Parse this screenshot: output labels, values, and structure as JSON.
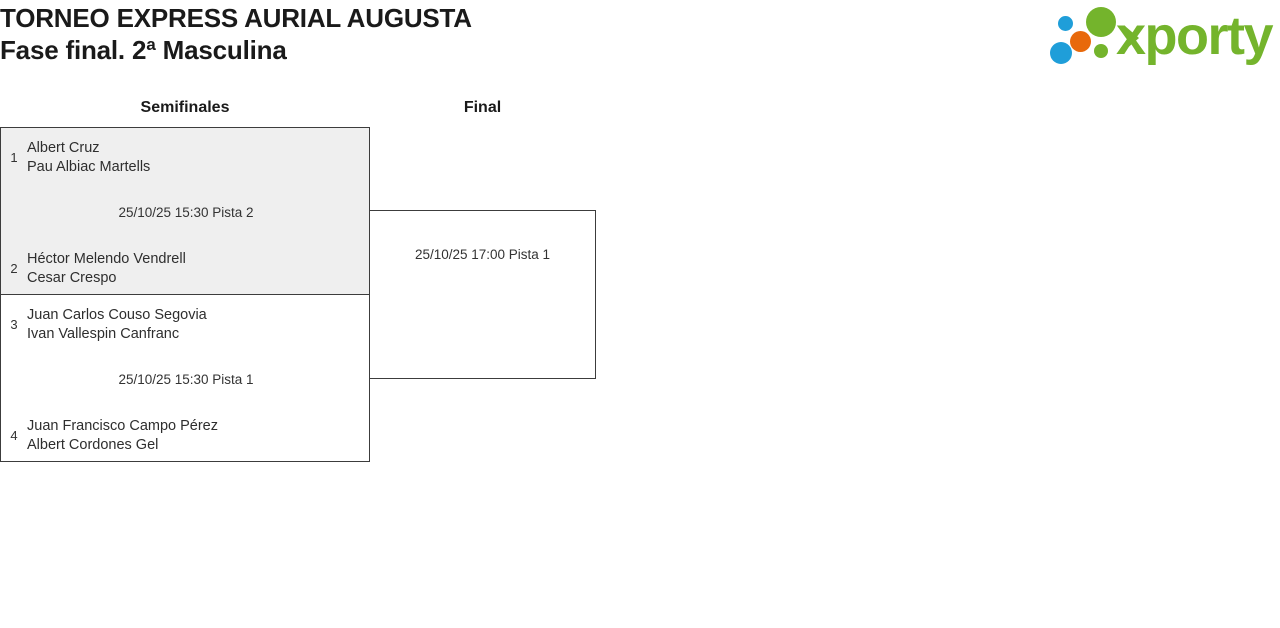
{
  "header": {
    "title_line1": "TORNEO EXPRESS AURIAL AUGUSTA",
    "title_line2": "Fase final. 2ª Masculina",
    "logo_wordmark": "xporty",
    "logo_colors": {
      "green": "#74b42c",
      "blue": "#1f9ed9",
      "orange": "#e8690b"
    }
  },
  "bracket": {
    "rounds": [
      {
        "label": "Semifinales"
      },
      {
        "label": "Final"
      }
    ],
    "semifinals": [
      {
        "time": "25/10/25 15:30 Pista 2",
        "teams": [
          {
            "seed": "1",
            "player1": "Albert Cruz",
            "player2": "Pau Albiac Martells"
          },
          {
            "seed": "2",
            "player1": "Héctor Melendo Vendrell",
            "player2": "Cesar Crespo"
          }
        ]
      },
      {
        "time": "25/10/25 15:30 Pista 1",
        "teams": [
          {
            "seed": "3",
            "player1": "Juan Carlos Couso Segovia",
            "player2": "Ivan Vallespin Canfranc"
          },
          {
            "seed": "4",
            "player1": "Juan Francisco Campo Pérez",
            "player2": "Albert Cordones Gel"
          }
        ]
      }
    ],
    "final": {
      "time": "25/10/25 17:00 Pista 1",
      "teams": [
        {
          "seed": "",
          "player1": "",
          "player2": ""
        },
        {
          "seed": "",
          "player1": "",
          "player2": ""
        }
      ]
    }
  }
}
